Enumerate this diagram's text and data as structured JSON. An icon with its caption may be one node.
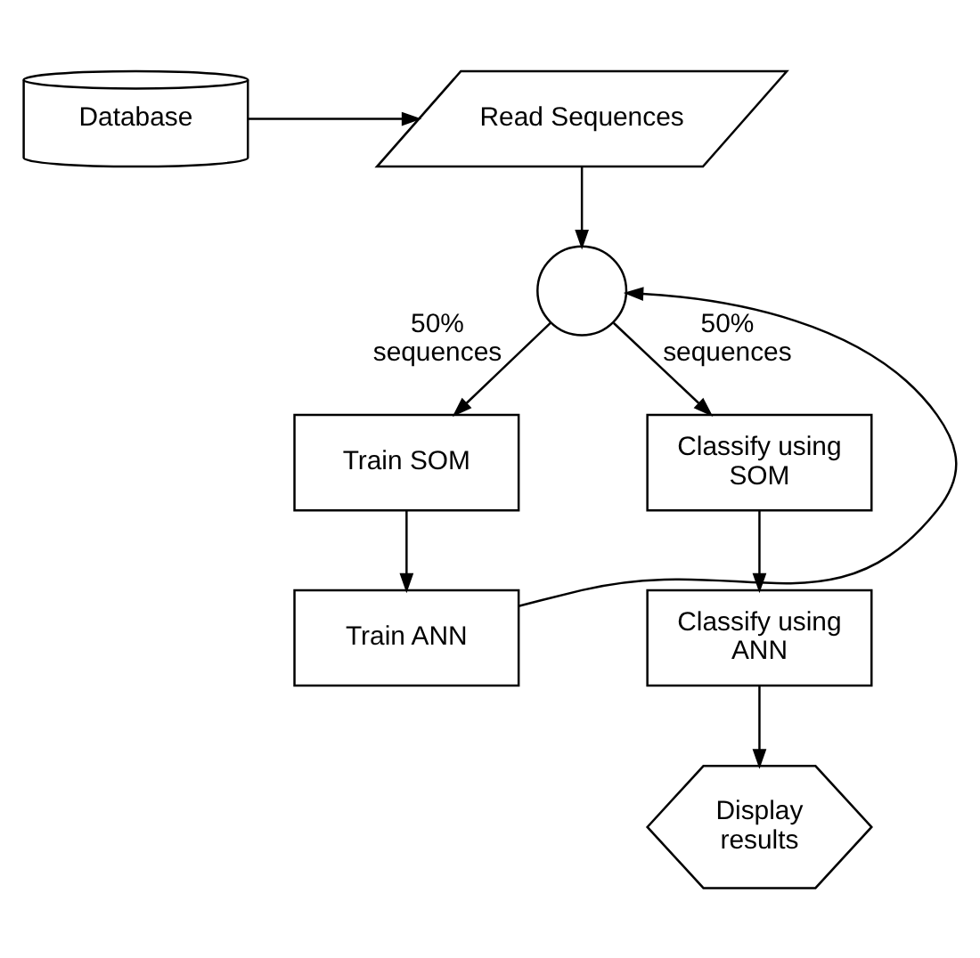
{
  "diagram": {
    "nodes": [
      {
        "text": [
          "Database"
        ]
      },
      {
        "text": [
          "Read Sequences"
        ]
      },
      {
        "text": [],
        "shape": "circle"
      },
      {
        "text": [
          "Train SOM"
        ]
      },
      {
        "text": [
          "Train ANN"
        ]
      },
      {
        "text": [
          "Classify using SOM"
        ]
      },
      {
        "text": [
          "Classify using ANN"
        ]
      },
      {
        "text": [
          "Display results"
        ]
      }
    ],
    "edges": [
      {
        "from": 0,
        "to": 1,
        "arrow": "to"
      },
      {
        "from": 1,
        "to": 2,
        "arrow": "to"
      },
      {
        "from": 2,
        "to": 3,
        "arrow": "to",
        "label": "50% sequences"
      },
      {
        "from": 2,
        "to": 5,
        "arrow": "to",
        "label": "50% sequences"
      },
      {
        "from": 3,
        "to": 4,
        "arrow": "to"
      },
      {
        "from": 4,
        "to": 2,
        "arrow": "to"
      },
      {
        "from": 5,
        "to": 6,
        "arrow": "to"
      },
      {
        "from": 6,
        "to": 7,
        "arrow": "to"
      }
    ]
  }
}
